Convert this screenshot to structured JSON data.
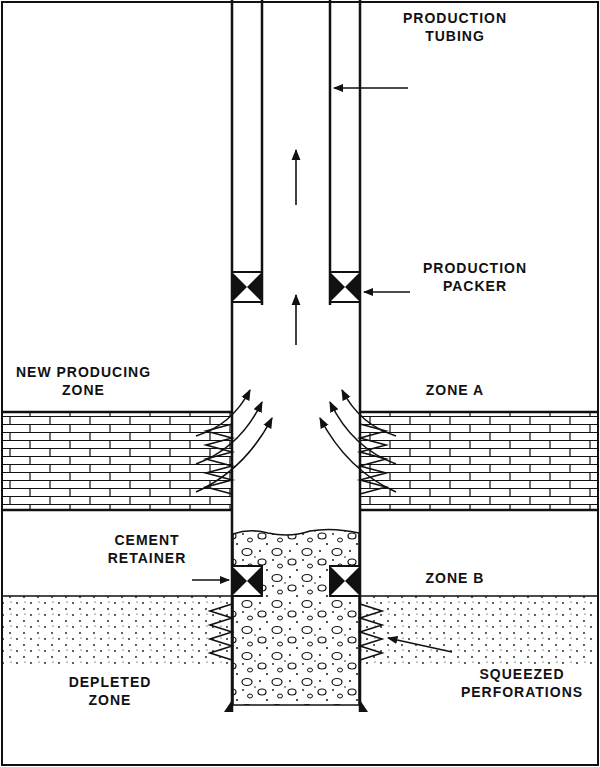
{
  "diagram": {
    "labels": [
      "PRODUCTION TUBING",
      "PRODUCTION PACKER",
      "NEW PRODUCING ZONE",
      "ZONE A",
      "CEMENT RETAINER",
      "ZONE B",
      "DEPLETED ZONE",
      "SQUEEZED PERFORATIONS"
    ]
  }
}
